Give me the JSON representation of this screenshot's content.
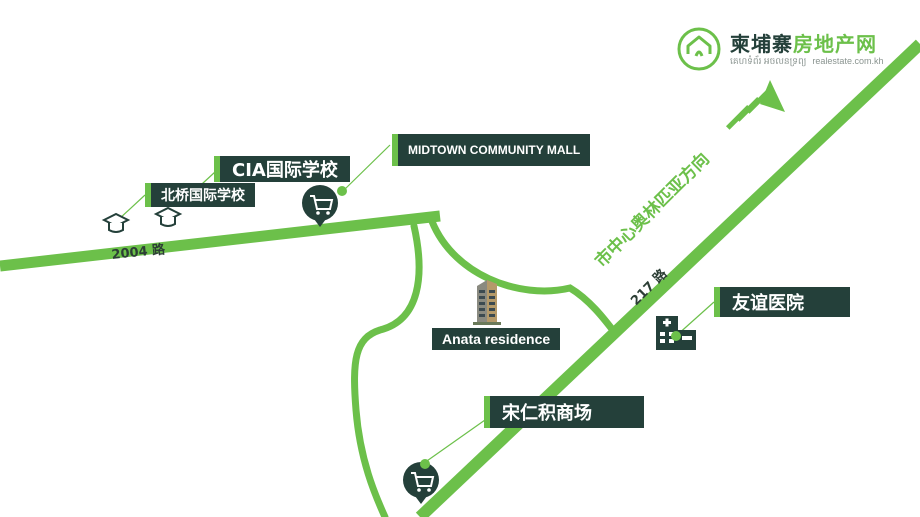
{
  "logo": {
    "name_part1": "柬埔寨",
    "name_part2": "房地产网",
    "subtitle": "គេហទំព័រ អចលនទ្រព្យ",
    "url": "realestate.com.kh",
    "icon": "house-in-circle-icon"
  },
  "roads": {
    "road_2004": "2004 路",
    "road_217": "217 路",
    "direction": "市中心奥林匹亚方向"
  },
  "places": {
    "midtown": "MIDTOWN COMMUNITY MALL",
    "cia_school": "CIA国际学校",
    "northbridge_school": "北桥国际学校",
    "anata": "Anata residence",
    "friendship_hospital": "友谊医院",
    "songren_mall": "宋仁积商场"
  },
  "icons": [
    "graduation-cap-icon",
    "shopping-cart-icon",
    "hospital-icon",
    "building-icon",
    "arrow-icon"
  ],
  "colors": {
    "road_green": "#6cc04a",
    "label_dark": "#24403a",
    "text_white": "#ffffff"
  }
}
